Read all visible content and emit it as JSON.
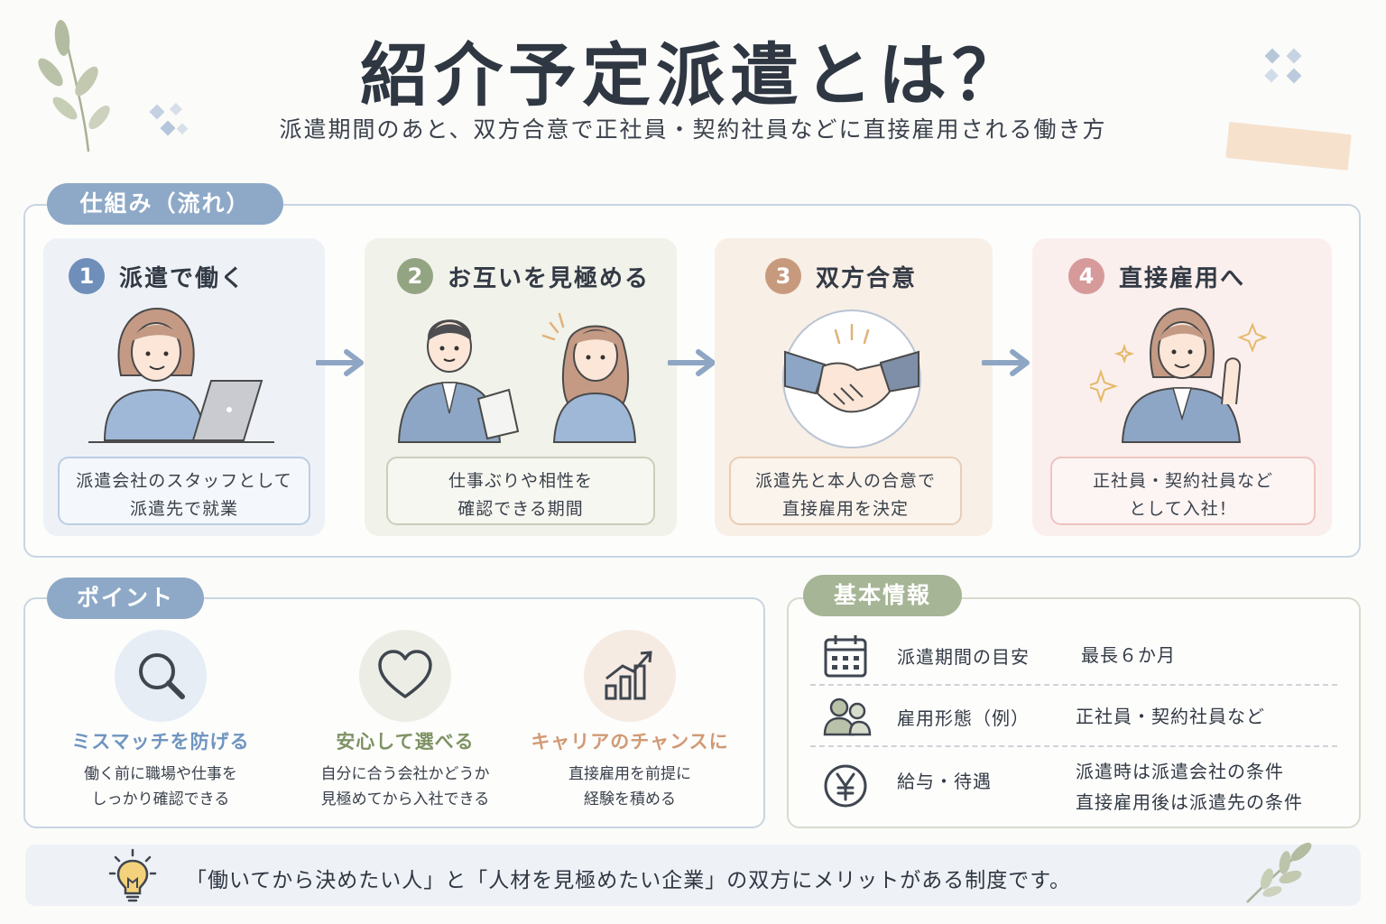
{
  "header": {
    "title": "紹介予定派遣とは？",
    "subtitle": "派遣期間のあと、双方合意で正社員・契約社員などに直接雇用される働き方"
  },
  "flow": {
    "label": "仕組み（流れ）",
    "steps": [
      {
        "number": "1",
        "title": "派遣で働く",
        "desc_line1": "派遣会社のスタッフとして",
        "desc_line2": "派遣先で就業",
        "accent": "#6f8fba",
        "bg": "#eef2f7"
      },
      {
        "number": "2",
        "title": "お互いを見極める",
        "desc_line1": "仕事ぶりや相性を",
        "desc_line2": "確認できる期間",
        "accent": "#93a482",
        "bg": "#f1f2ea"
      },
      {
        "number": "3",
        "title": "双方合意",
        "desc_line1": "派遣先と本人の合意で",
        "desc_line2": "直接雇用を決定",
        "accent": "#c89a7d",
        "bg": "#f8efe6"
      },
      {
        "number": "4",
        "title": "直接雇用へ",
        "desc_line1": "正社員・契約社員など",
        "desc_line2": "として入社！",
        "accent": "#d69a9a",
        "bg": "#faefed"
      }
    ]
  },
  "points": {
    "label": "ポイント",
    "items": [
      {
        "title": "ミスマッチを防げる",
        "line1": "働く前に職場や仕事を",
        "line2": "しっかり確認できる",
        "color": "#6f95bf",
        "icon": "magnifier-icon"
      },
      {
        "title": "安心して選べる",
        "line1": "自分に合う会社かどうか",
        "line2": "見極めてから入社できる",
        "color": "#7f9264",
        "icon": "heart-icon"
      },
      {
        "title": "キャリアのチャンスに",
        "line1": "直接雇用を前提に",
        "line2": "経験を積める",
        "color": "#d19a75",
        "icon": "growth-chart-icon"
      }
    ]
  },
  "info": {
    "label": "基本情報",
    "rows": [
      {
        "label": "派遣期間の目安",
        "value_line1": "最長６か月",
        "value_line2": "",
        "icon": "calendar-icon"
      },
      {
        "label": "雇用形態（例）",
        "value_line1": "正社員・契約社員など",
        "value_line2": "",
        "icon": "people-icon"
      },
      {
        "label": "給与・待遇",
        "value_line1": "派遣時は派遣会社の条件",
        "value_line2": "直接雇用後は派遣先の条件",
        "icon": "yen-icon"
      }
    ]
  },
  "footer": {
    "text": "「働いてから決めたい人」と「人材を見極めたい企業」の双方にメリットがある制度です。",
    "icon": "lightbulb-icon"
  }
}
